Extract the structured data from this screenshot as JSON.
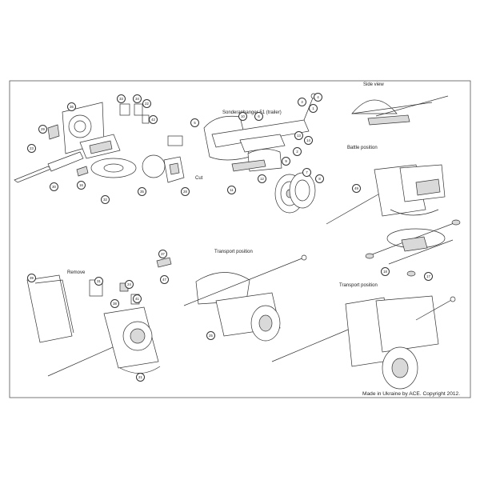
{
  "labels": {
    "trailer": "Sonderanhanger 51 (trailer)",
    "side_view": "Side view",
    "battle_position": "Battle position",
    "cut": "Cut",
    "remove": "Remove",
    "transport_position_top": "Transport position",
    "transport_position_bottom": "Transport position"
  },
  "footer": "Made in Ukraine by ACE. Copyright 2012.",
  "callouts": [
    "36",
    "33",
    "34",
    "22",
    "29",
    "42",
    "30",
    "16",
    "32",
    "35",
    "28",
    "23",
    "4",
    "3",
    "5",
    "1",
    "2",
    "10",
    "6",
    "9",
    "13",
    "14",
    "11",
    "12",
    "7",
    "8",
    "49",
    "47",
    "31",
    "24",
    "39",
    "41",
    "38",
    "25",
    "21",
    "17",
    "18",
    "37"
  ],
  "colors": {
    "line": "#333333",
    "fill": "#ffffff",
    "shade": "#d9d9d9",
    "border": "#555555"
  }
}
